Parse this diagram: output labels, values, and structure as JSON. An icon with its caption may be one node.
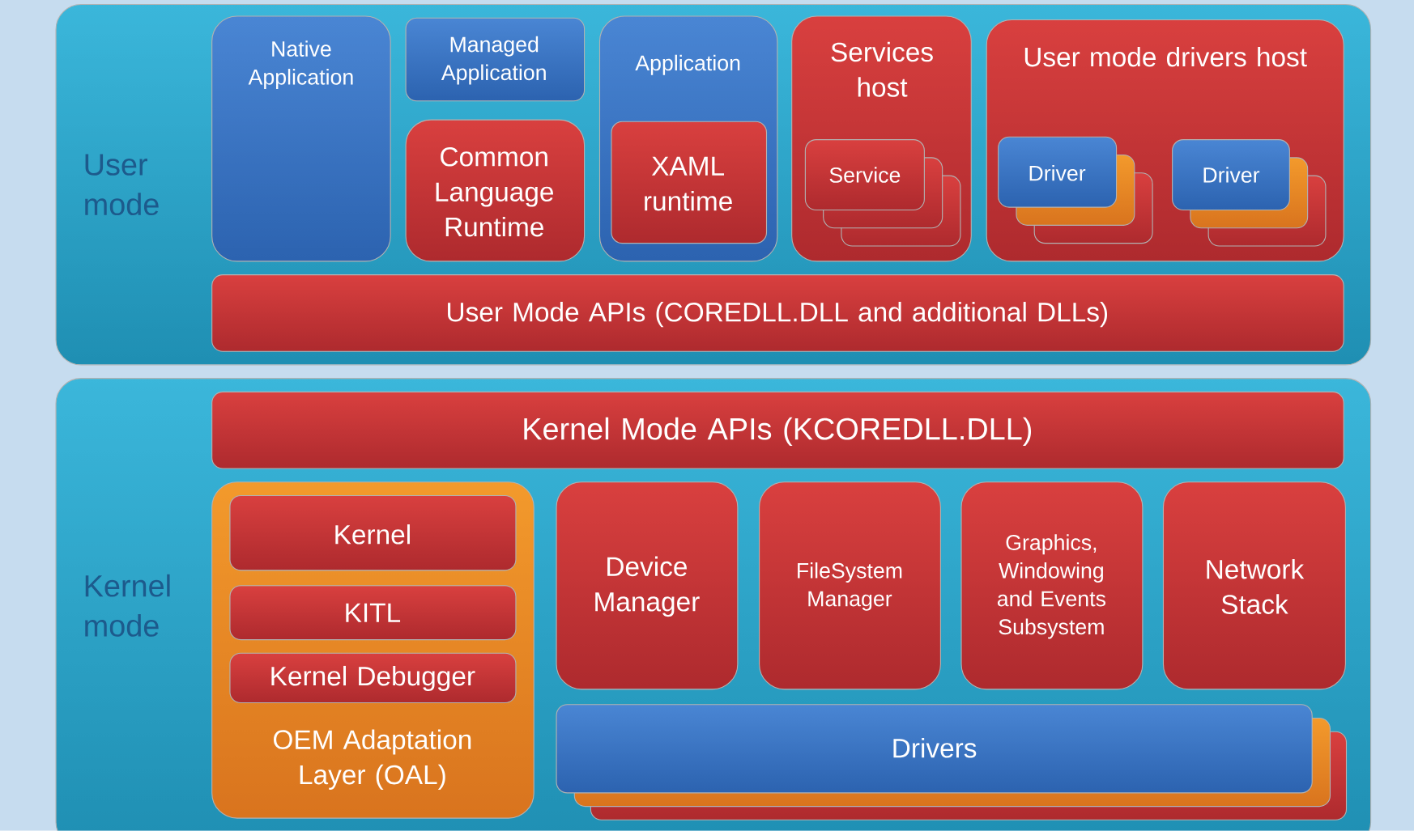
{
  "diagram": {
    "nodes": [
      {
        "text": [
          "User mode"
        ]
      },
      {
        "text": [
          "Native Application"
        ],
        "in": 0
      },
      {
        "text": [
          "Managed Application"
        ],
        "in": 0
      },
      {
        "text": [
          "Common Language Runtime"
        ],
        "in": 0
      },
      {
        "text": [
          "Application"
        ],
        "in": 0
      },
      {
        "text": [
          "XAML runtime"
        ],
        "in": 4
      },
      {
        "text": [
          "Services host"
        ],
        "in": 0
      },
      {
        "text": [
          "Service"
        ],
        "in": 6
      },
      {
        "text": [
          "User mode drivers host"
        ],
        "in": 0
      },
      {
        "text": [
          "Driver"
        ],
        "in": 8
      },
      {
        "text": [
          "Driver"
        ],
        "in": 8
      },
      {
        "text": [
          "User Mode APIs (COREDLL.DLL and additional DLLs)"
        ],
        "in": 0
      },
      {
        "text": [
          "Kernel mode"
        ]
      },
      {
        "text": [
          "Kernel Mode APIs (KCOREDLL.DLL)"
        ],
        "in": 12
      },
      {
        "text": [
          "OEM Adaptation Layer (OAL)"
        ],
        "in": 12
      },
      {
        "text": [
          "Kernel"
        ],
        "in": 14
      },
      {
        "text": [
          "KITL"
        ],
        "in": 14
      },
      {
        "text": [
          "Kernel Debugger"
        ],
        "in": 14
      },
      {
        "text": [
          "Device Manager"
        ],
        "in": 12
      },
      {
        "text": [
          "FileSystem Manager"
        ],
        "in": 12
      },
      {
        "text": [
          "Graphics, Windowing and Events Subsystem"
        ],
        "in": 12
      },
      {
        "text": [
          "Network Stack"
        ],
        "in": 12
      },
      {
        "text": [
          "Drivers"
        ],
        "in": 12
      }
    ]
  }
}
